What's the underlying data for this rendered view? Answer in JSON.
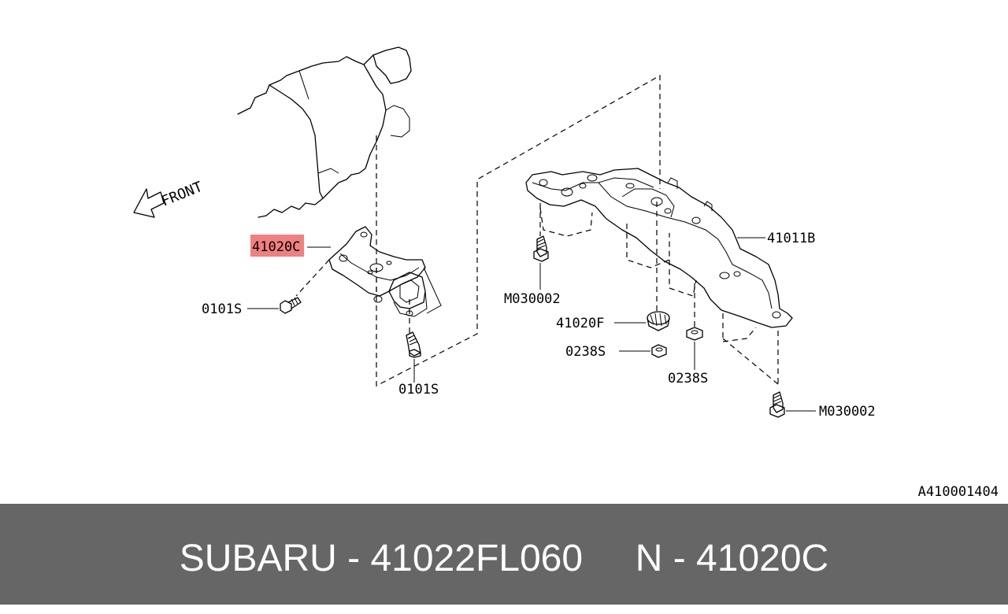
{
  "diagram": {
    "front_label": "FRONT",
    "diagram_code": "A410001404",
    "highlight_color": "#f08080",
    "callouts": {
      "bracket": "41020C",
      "bolt_left": "0101S",
      "bolt_lower": "0101S",
      "crossmember": "41011B",
      "bolt_left_member": "M030002",
      "mount": "41020F",
      "nut_mount": "0238S",
      "nut_right": "0238S",
      "bolt_right_member": "M030002"
    }
  },
  "footer": {
    "text": "SUBARU - 41022FL060     N - 41020C",
    "background": "#666666"
  }
}
